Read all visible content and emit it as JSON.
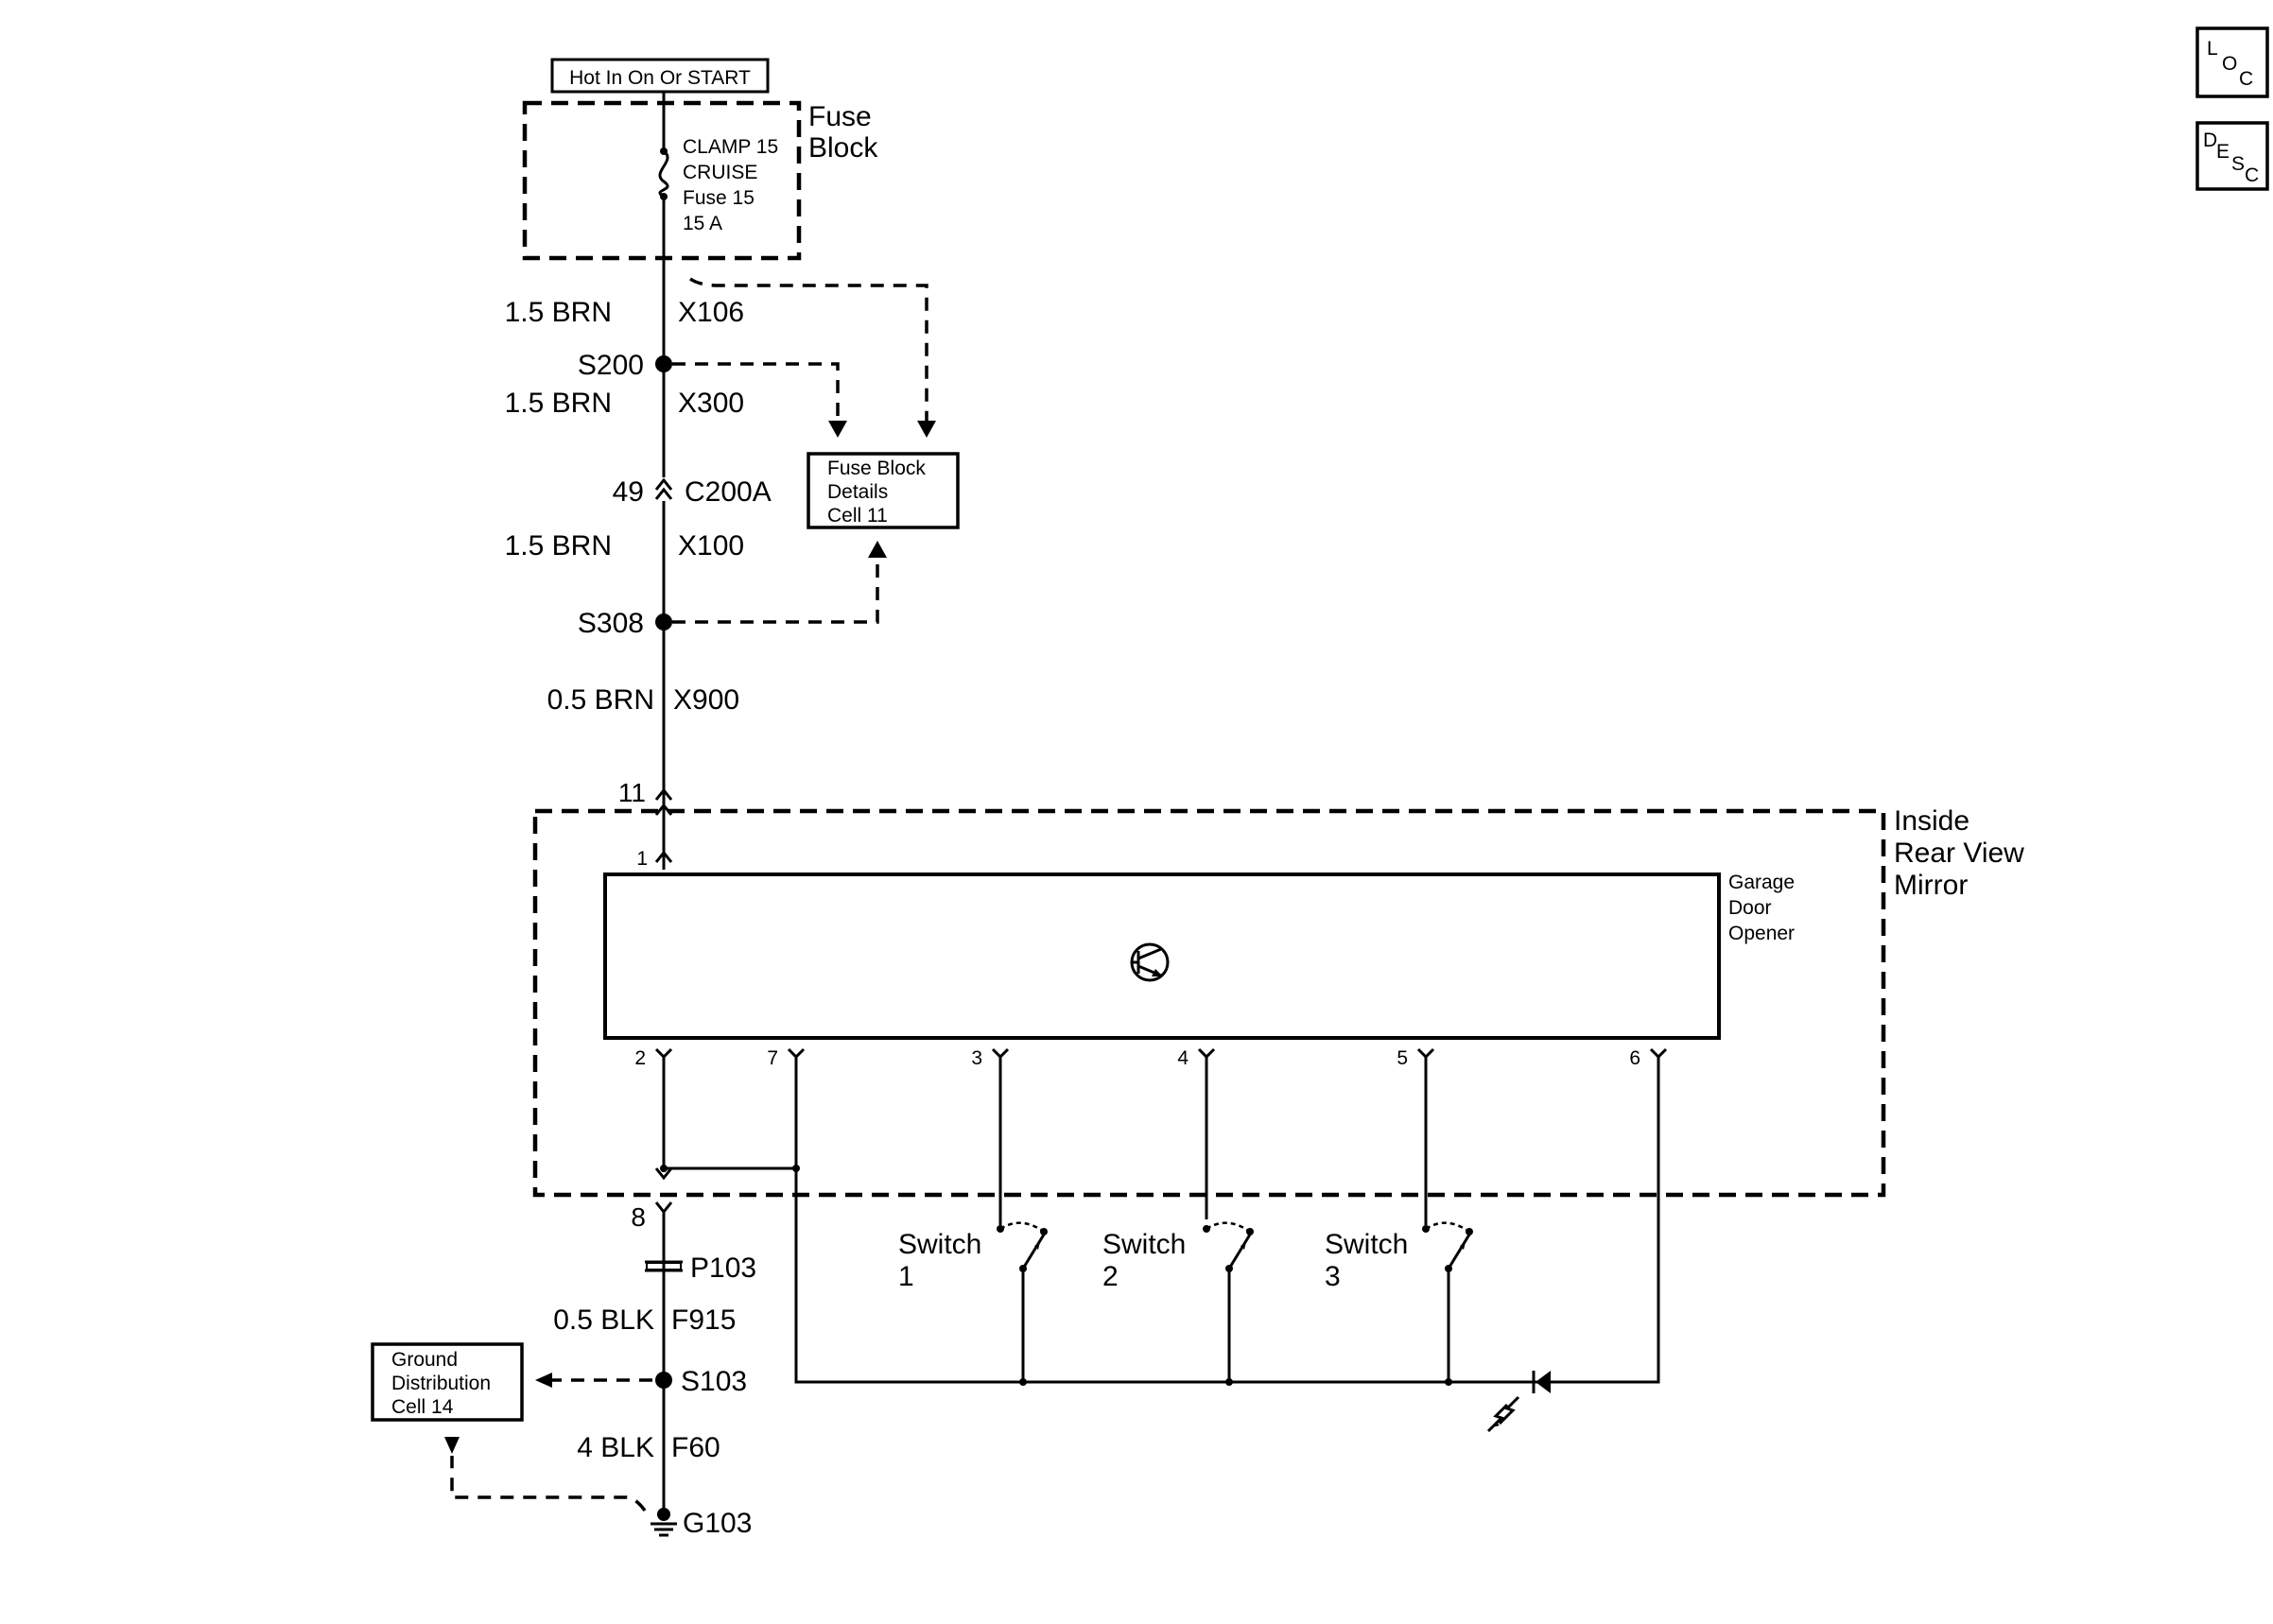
{
  "power_source": "Hot In On Or START",
  "fuse_block": {
    "name_line1": "Fuse",
    "name_line2": "Block",
    "fuse_lines": [
      "CLAMP 15",
      "CRUISE",
      "Fuse 15",
      "15 A"
    ]
  },
  "circuits": {
    "x106": {
      "wire": "1.5 BRN",
      "id": "X106"
    },
    "x300": {
      "wire": "1.5 BRN",
      "id": "X300"
    },
    "x100": {
      "wire": "1.5 BRN",
      "id": "X100"
    },
    "x900": {
      "wire": "0.5 BRN",
      "id": "X900"
    },
    "f915": {
      "wire": "0.5 BLK",
      "id": "F915"
    },
    "f60": {
      "wire": "4 BLK",
      "id": "F60"
    }
  },
  "splices": {
    "s200": "S200",
    "s308": "S308",
    "s103": "S103"
  },
  "connector_c200a": {
    "pin": "49",
    "name": "C200A"
  },
  "fuse_block_details": [
    "Fuse Block",
    "Details",
    "Cell 11"
  ],
  "ground_distribution": [
    "Ground",
    "Distribution",
    "Cell 14"
  ],
  "p103": "P103",
  "g103": "G103",
  "mirror": {
    "name_lines": [
      "Inside",
      "Rear View",
      "Mirror"
    ],
    "module_lines": [
      "Garage",
      "Door",
      "Opener"
    ],
    "inline_pin_top": "11",
    "inline_pin_bottom": "8",
    "pins": {
      "p1": "1",
      "p2": "2",
      "p3": "3",
      "p4": "4",
      "p5": "5",
      "p6": "6",
      "p7": "7"
    }
  },
  "switches": [
    {
      "label": "Switch",
      "num": "1"
    },
    {
      "label": "Switch",
      "num": "2"
    },
    {
      "label": "Switch",
      "num": "3"
    }
  ],
  "loc_button": {
    "l": "L",
    "o": "O",
    "c": "C"
  },
  "desc_button": {
    "d": "D",
    "e": "E",
    "s": "S",
    "c": "C"
  }
}
